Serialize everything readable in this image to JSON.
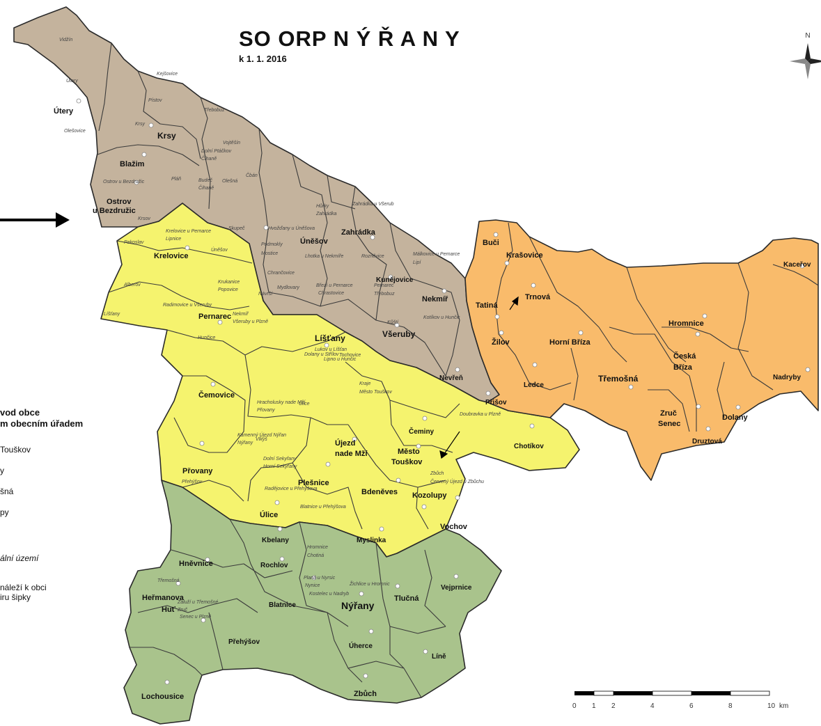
{
  "title": "SO ORP  N Ý Ř A N Y",
  "subtitle": "k 1. 1. 2016",
  "compass": {
    "north_label": "N"
  },
  "legend": {
    "title_lines": [
      "vod obce",
      "m obecním úřadem"
    ],
    "items": [
      "Touškov",
      "y",
      "šná",
      "py"
    ],
    "italic_item": "ální území",
    "note_lines": [
      "náleží k obci",
      "iru šipky"
    ]
  },
  "colors": {
    "brown_region": "#c4b39d",
    "yellow_region": "#f5f36e",
    "orange_region": "#f9bb6b",
    "green_region": "#a9c38c",
    "border": "#2a2a2a"
  },
  "scalebar": {
    "labels": [
      "0",
      "1",
      "2",
      "4",
      "6",
      "8",
      "10"
    ],
    "unit": "km"
  },
  "places": {
    "primary": [
      "Útery",
      "Krsy",
      "Blažim",
      "Ostrov",
      "u Bezdružic",
      "Úněšov",
      "Zahrádka",
      "Kunějovice",
      "Nekmíř",
      "Všeruby",
      "Krelovice",
      "Pernarec",
      "Líšťany",
      "Čemovice",
      "Nevřeň",
      "Přišov",
      "Čeminy",
      "Újezd",
      "nade Mží",
      "Město",
      "Touškov",
      "Přovany",
      "Plešnice",
      "Bdeněves",
      "Úlice",
      "Kozolupy",
      "Vochov",
      "Chotíkov",
      "Buči",
      "Krašovice",
      "Trnová",
      "Tatiná",
      "Žilov",
      "Horní Bříza",
      "Hromnice",
      "Česká",
      "Bříza",
      "Třemošná",
      "Ledce",
      "Zruč",
      "Senec",
      "Dolany",
      "Druztová",
      "Nadryby",
      "Kaceřov",
      "Kbelany",
      "Hněvnice",
      "Rochlov",
      "Heřmanova",
      "Huť",
      "Blatnice",
      "Nýřany",
      "Tlučná",
      "Vejprnice",
      "Přehýšov",
      "Úherce",
      "Líně",
      "Lochousice",
      "Zbůch",
      "Myslinka"
    ],
    "secondary": [
      "Vidžín",
      "Útery",
      "Kejšovice",
      "Pístov",
      "Třebobuz",
      "Krsy",
      "Olešovice",
      "Vojtěšín",
      "Dolní Ptáčkov",
      "Čihaně",
      "Ostrov u Bezdružic",
      "Pláň",
      "Budeč",
      "Čihaně",
      "Olešná",
      "Čbán",
      "Hůrky",
      "Zahrádka",
      "Zahrádka u Všerub",
      "Krsov",
      "Pakoslav",
      "Krelovice u Pernarce",
      "Lipnice",
      "Skupeč",
      "Úněšov",
      "Hvožďany u Úněšova",
      "Podmokly",
      "Mostice",
      "Lhotka u Nekmíře",
      "Rozněvice",
      "Málkovice u Pernarce",
      "Lipí",
      "Alberov",
      "Krukanice",
      "Popovice",
      "Chrančovice",
      "Radimovice u Všeruby",
      "Mydlovary",
      "Březí u Pernarce",
      "Chrastovice",
      "Pernarec",
      "Třebobuz",
      "Líšťany",
      "Nekmíř",
      "Všeruby u Plzně",
      "Návrší",
      "Hunčice",
      "Lukov u Líšťan",
      "Lipno u Hunčic",
      "Kotíkov u Hunčic",
      "Kůští",
      "Dolany u Střílov",
      "Tochovice",
      "Hracholusky nade Mží",
      "Přovany",
      "Úlice",
      "Kraje",
      "Město Touškov",
      "Doubravka u Plzně",
      "Kamenný Újezd Nýřan",
      "Nýřany",
      "Vlkýš",
      "Dolní Sekyřany",
      "Horní Sekyřany",
      "Přehýšov",
      "Radějovice u Přehýšova",
      "Blatnice u Přehýšova",
      "Zbůch",
      "Červený Újezd u Zbůchu",
      "Hromnice",
      "Chotiná",
      "Planá u Nyrsic",
      "Nynice",
      "Kostelec u Nadryb",
      "Žichlice u Hromnic",
      "Třemošná",
      "Záluží u Třemošné",
      "Zruč",
      "Senec u Plzně"
    ]
  }
}
